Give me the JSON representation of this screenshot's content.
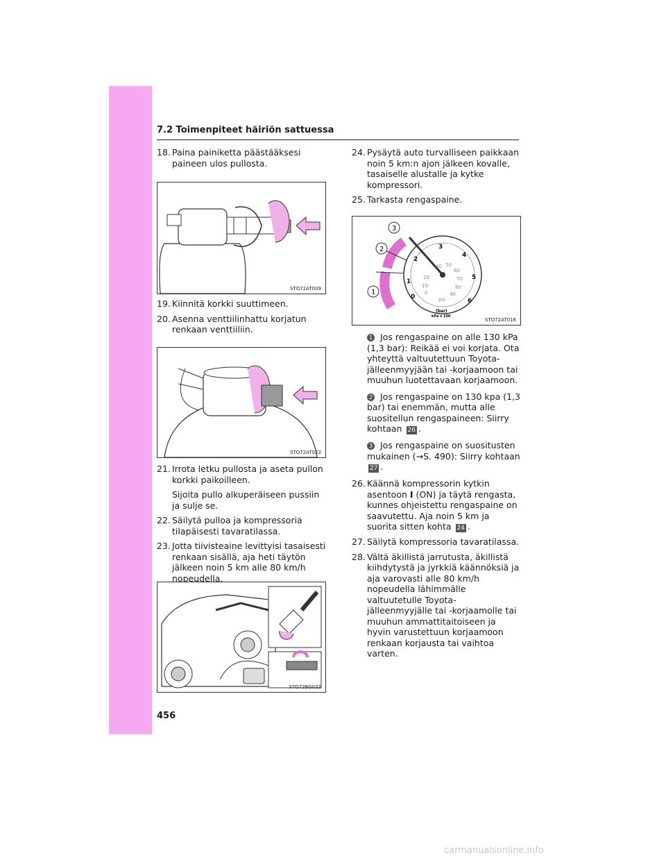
{
  "header": {
    "section": "7.2  Toimenpiteet häiriön sattuessa"
  },
  "left": {
    "i18": {
      "num": "18.",
      "text": "Paina painiketta päästääksesi paineen ulos pullosta."
    },
    "fig1_code": "STO72AT009",
    "i19": {
      "num": "19.",
      "text": "Kiinnitä korkki suuttimeen."
    },
    "i20": {
      "num": "20.",
      "text": "Asenna venttiilinhattu korjatun renkaan venttiiliin."
    },
    "fig2_code": "STO72AT022",
    "i21": {
      "num": "21.",
      "text": "Irrota letku pullosta ja aseta pullon korkki paikoilleen."
    },
    "i21_p": "Sijoita pullo alkuperäiseen pussiin ja sulje se.",
    "i22": {
      "num": "22.",
      "text": "Säilytä pulloa ja kompressoria tilapäisesti tavaratilassa."
    },
    "i23": {
      "num": "23.",
      "text": "Jotta tiivisteaine levittyisi tasaisesti renkaan sisällä, aja heti täytön jälkeen noin 5 km alle 80 km/h nopeudella."
    },
    "fig3_code": "STO72BG032"
  },
  "right": {
    "i24": {
      "num": "24.",
      "text": "Pysäytä auto turvalliseen paikkaan noin 5 km:n ajon jälkeen kovalle, tasaiselle alustalle ja kytke kompressori."
    },
    "i25": {
      "num": "25.",
      "text": "Tarkasta rengaspaine."
    },
    "fig4_code": "STO72AT016",
    "gauge": {
      "bar_labels": [
        "0",
        "1",
        "2",
        "3",
        "4",
        "5",
        "6"
      ],
      "psi_labels": [
        "0",
        "10",
        "20",
        "40",
        "50",
        "60",
        "70",
        "80",
        "90"
      ],
      "unit_psi": "psi",
      "unit_bar": "(bar)",
      "unit_kpa": "kPa x 100",
      "callouts": [
        "1",
        "2",
        "3"
      ]
    },
    "s1_mark": "1",
    "s1_text": "Jos rengaspaine on alle 130 kPa (1,3 bar): Reikää ei voi korjata. Ota yhteyttä valtuutettuun Toyota-jälleenmyyjään tai -korjaamoon tai muuhun luotettavaan korjaamoon.",
    "s2_mark": "2",
    "s2_text": "Jos rengaspaine on 130 kpa (1,3 bar) tai enemmän, mutta alle suositellun rengaspaineen: Siirry kohtaan",
    "s2_ref": "26",
    "s2_end": ".",
    "s3_mark": "3",
    "s3_text": "Jos rengaspaine on suositusten mukainen (→S. 490): Siirry kohtaan",
    "s3_ref": "27",
    "s3_end": ".",
    "i26": {
      "num": "26.",
      "pre": "Käännä kompressorin kytkin asentoon",
      "sym": "I",
      "post": "(ON) ja täytä rengasta, kunnes ohjeistettu rengaspaine on saavutettu. Aja noin 5 km ja suorita sitten kohta",
      "ref": "24",
      "end": "."
    },
    "i27": {
      "num": "27.",
      "text": "Säilytä kompressoria tavaratilassa."
    },
    "i28": {
      "num": "28.",
      "text": "Vältä äkillistä jarrutusta, äkillistä kiihdytystä ja jyrkkiä käännöksiä ja aja varovasti alle 80 km/h nopeudella lähimmälle valtuutetulle Toyota-jälleenmyyjälle tai -korjaamolle tai muuhun ammattitaitoiseen ja hyvin varustettuun korjaamoon renkaan korjausta tai vaihtoa varten."
    }
  },
  "page_number": "456",
  "watermark": "carmanualsonline.info"
}
